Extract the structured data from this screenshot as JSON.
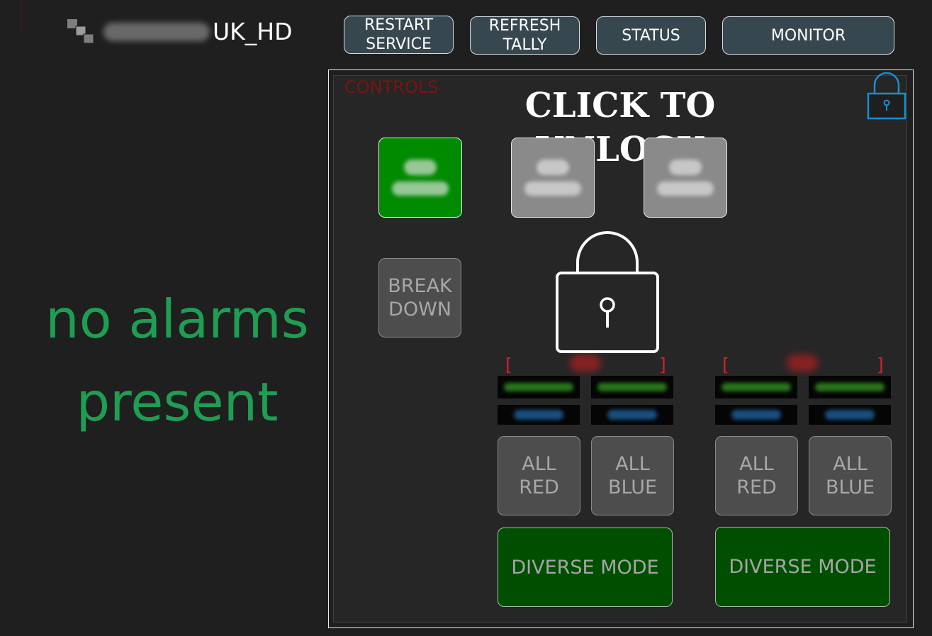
{
  "header": {
    "system_name_suffix": "UK_HD",
    "buttons": {
      "restart_service": "RESTART\nSERVICE",
      "refresh_tally": "REFRESH\nTALLY",
      "status": "STATUS",
      "monitor": "MONITOR"
    }
  },
  "alarms": {
    "text": "no alarms\npresent",
    "color": "#1e9e52"
  },
  "controls": {
    "label": "CONTROLS",
    "unlock_title": "CLICK TO UNLOCK",
    "sources": [
      {
        "state": "active",
        "color": "#008a00"
      },
      {
        "state": "inactive",
        "color": "#8a8a8a"
      },
      {
        "state": "inactive",
        "color": "#8a8a8a"
      }
    ],
    "breakdown_label": "BREAK\nDOWN",
    "groups": [
      {
        "bracket_open": "[",
        "bracket_close": "]",
        "all_red_label": "ALL\nRED",
        "all_blue_label": "ALL\nBLUE",
        "diverse_mode_label": "DIVERSE MODE"
      },
      {
        "bracket_open": "[",
        "bracket_close": "]",
        "all_red_label": "ALL\nRED",
        "all_blue_label": "ALL\nBLUE",
        "diverse_mode_label": "DIVERSE MODE"
      }
    ]
  },
  "icons": {
    "system": "stacked-squares-icon",
    "small_lock": "padlock-icon",
    "big_lock": "padlock-icon"
  },
  "colors": {
    "background": "#1f1f1f",
    "top_button": "#37474f",
    "active_green": "#008a00",
    "diverse_green": "#004f00",
    "controls_label": "#7a1414",
    "lock_blue": "#1a8fd0",
    "bracket_red": "#c62828"
  }
}
